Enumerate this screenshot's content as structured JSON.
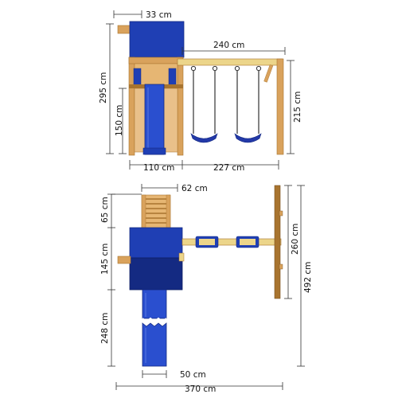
{
  "dimensions": {
    "side_view": {
      "roof_width": "33 cm",
      "swing_beam_length": "240 cm",
      "total_height": "295 cm",
      "platform_height": "150 cm",
      "swing_height": "215 cm",
      "tower_width": "110 cm",
      "swing_span": "227 cm"
    },
    "top_view": {
      "ladder_width": "62 cm",
      "ladder_length": "65 cm",
      "tower_depth": "145 cm",
      "slide_length": "248 cm",
      "swing_frame_depth": "260 cm",
      "overall_depth": "492 cm",
      "slide_width": "50 cm",
      "overall_width": "370 cm"
    }
  },
  "colors": {
    "wood": "#d9a25c",
    "wood_dark": "#a8742f",
    "blue": "#1f3fb4",
    "blue_dark": "#142a82",
    "swing_beam": "#ecd58a",
    "seat": "#2339a8"
  }
}
